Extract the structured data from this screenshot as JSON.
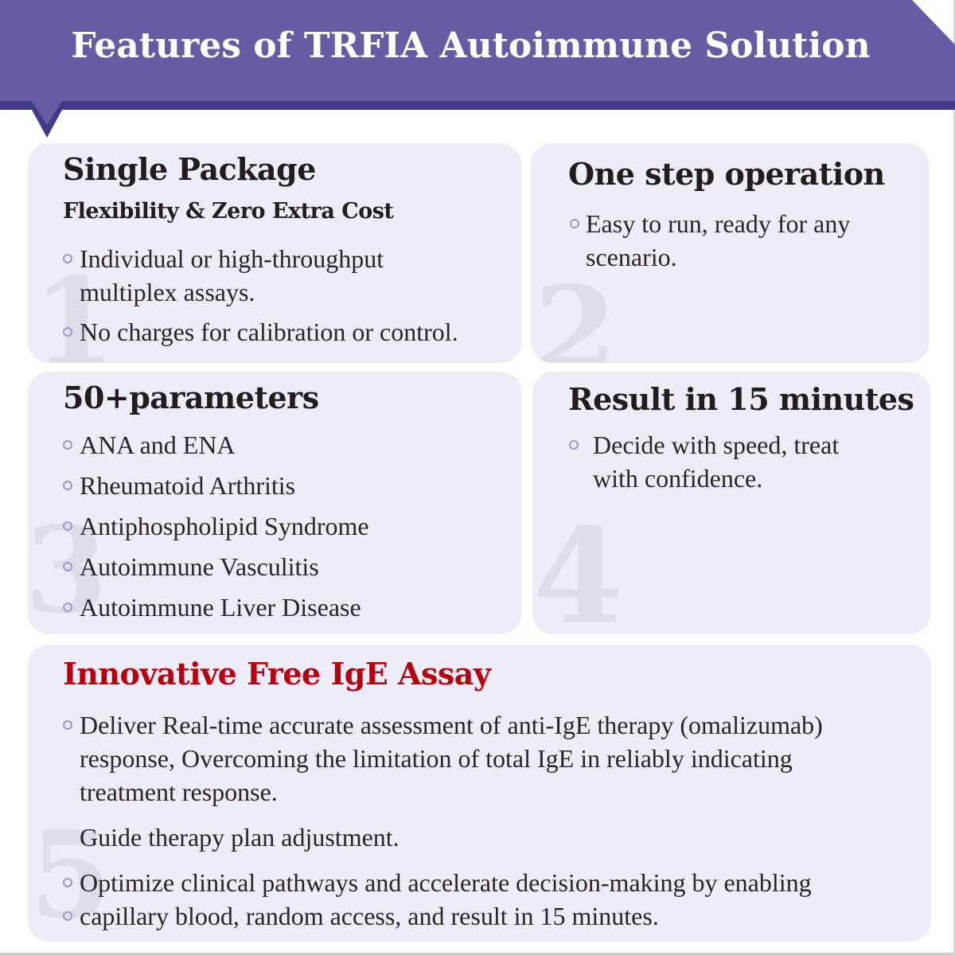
{
  "banner": {
    "title": "Features of TRFIA Autoimmune Solution",
    "color": "#665ca4",
    "strip_color": "#433a87"
  },
  "cards": [
    {
      "number": "1",
      "title": "Single Package",
      "subtitle": "Flexibility & Zero Extra Cost",
      "items": [
        "Individual or high-throughput",
        "multiplex assays.",
        "No charges for calibration or control."
      ]
    },
    {
      "number": "2",
      "title": "One step operation",
      "items": [
        "Easy to run, ready for any",
        "scenario."
      ]
    },
    {
      "number": "3",
      "title": "50+parameters",
      "items": [
        "ANA and ENA",
        "Rheumatoid Arthritis",
        "Antiphospholipid Syndrome",
        "Autoimmune Vasculitis",
        "Autoimmune Liver Disease"
      ]
    },
    {
      "number": "4",
      "title": "Result in 15 minutes",
      "items": [
        "Decide with speed, treat",
        "with confidence."
      ]
    },
    {
      "number": "5",
      "title": "Innovative Free IgE Assay",
      "title_color": "#b8000f",
      "items": [
        "Deliver Real-time accurate assessment of anti-IgE therapy (omalizumab)",
        "response, Overcoming the limitation of total IgE in reliably indicating",
        "treatment response.",
        "Guide therapy plan adjustment.",
        "Optimize clinical pathways and accelerate decision-making by enabling",
        "capillary blood, random access, and result in 15 minutes."
      ]
    }
  ],
  "colors": {
    "card_bg": "#eeedf7",
    "big_number": "#dedeeb",
    "bullet": "#9d96c8",
    "text": "#231c1c",
    "accent_red": "#b8000f"
  }
}
